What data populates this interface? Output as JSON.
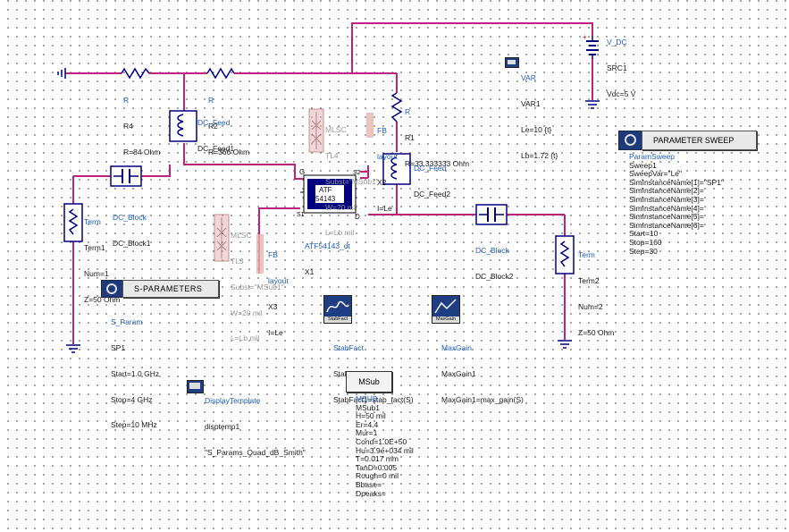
{
  "vdc": {
    "type": "V_DC",
    "inst": "SRC1",
    "param": "Vdc=5 V"
  },
  "var": {
    "type": "VAR",
    "inst": "VAR1",
    "p1": "Le=10 {t}",
    "p2": "Lb=1.72 {t}"
  },
  "r4": {
    "type": "R",
    "inst": "R4",
    "val": "R=84 Ohm"
  },
  "r2": {
    "type": "R",
    "inst": "R2",
    "val": "R=366 Ohm"
  },
  "r1": {
    "type": "R",
    "inst": "R1",
    "val": "R=33.333333 Ohm"
  },
  "dcfeed1": {
    "type": "DC_Feed",
    "inst": "DC_Feed1"
  },
  "dcfeed2": {
    "type": "DC_Feed",
    "inst": "DC_Feed2"
  },
  "mlsc_top": {
    "type": "MLSC",
    "l1": "TL4",
    "l2": "Subst=\"MSub1\"",
    "l3": "W=20 mil",
    "l4": "L=Lb mil"
  },
  "fb_top": {
    "type": "FB",
    "l1": "layout",
    "l2": "X2",
    "l3": "I=Le"
  },
  "mlsc_left": {
    "type": "MLSC",
    "l1": "TL3",
    "l2": "Subst=\"MSub1\"",
    "l3": "W=20 mil",
    "l4": "L=Lb mil"
  },
  "fb_left": {
    "type": "FB",
    "l1": "layout",
    "l2": "X3",
    "l3": "I=Le"
  },
  "term1": {
    "type": "Term",
    "inst": "Term1",
    "num": "Num=1",
    "z": "Z=50 Ohm"
  },
  "term2": {
    "type": "Term",
    "inst": "Term2",
    "num": "Num=2",
    "z": "Z=50 Ohm"
  },
  "dcblock1": {
    "type": "DC_Block",
    "inst": "DC_Block1"
  },
  "dcblock2": {
    "type": "DC_Block",
    "inst": "DC_Block2"
  },
  "atf": {
    "top": "ATF",
    "bot": "54143",
    "model": "ATF54143_dt",
    "inst": "X1",
    "pin_g": "G",
    "pin_s1": "S1",
    "pin_s2": "S2",
    "pin_d": "D"
  },
  "sparams": {
    "banner": "S-PARAMETERS",
    "type": "S_Param",
    "inst": "SP1",
    "start": "Start=1.0 GHz",
    "stop": "Stop=4 GHz",
    "step": "Step=10 MHz"
  },
  "sweep": {
    "banner": "PARAMETER SWEEP",
    "lines": [
      "ParamSweep",
      "Sweep1",
      "SweepVar=\"Le\"",
      "SimInstanceName[1]=\"SP1\"",
      "SimInstanceName[2]=",
      "SimInstanceName[3]=",
      "SimInstanceName[4]=",
      "SimInstanceName[5]=",
      "SimInstanceName[6]=",
      "Start=10",
      "Stop=160",
      "Step=30"
    ]
  },
  "stabfact": {
    "icon": "StabFact",
    "type": "StabFact",
    "inst": "StabFact1",
    "eq": "StabFact1=stab_fact(S)"
  },
  "maxgain": {
    "icon": "MaxGain",
    "type": "MaxGain",
    "inst": "MaxGain1",
    "eq": "MaxGain1=max_gain(S)"
  },
  "display": {
    "type": "DisplayTemplate",
    "inst": "disptemp1",
    "val": "\"S_Params_Quad_dB_Smith\""
  },
  "msub": {
    "box": "MSub",
    "lines": [
      "MSUB",
      "MSub1",
      "H=50 mil",
      "Er=4.4",
      "Mur=1",
      "Cond=1.0E+50",
      "Hu=3.9e+034 mil",
      "T=0.017 mm",
      "TanD=0.005",
      "Rough=0 mil",
      "Bbase=",
      "Dpeaks="
    ]
  },
  "colors": {
    "wire": "#c0207e",
    "component": "#000080",
    "label_blue": "#1f5fbf",
    "ghost": "#9a9a9a"
  }
}
